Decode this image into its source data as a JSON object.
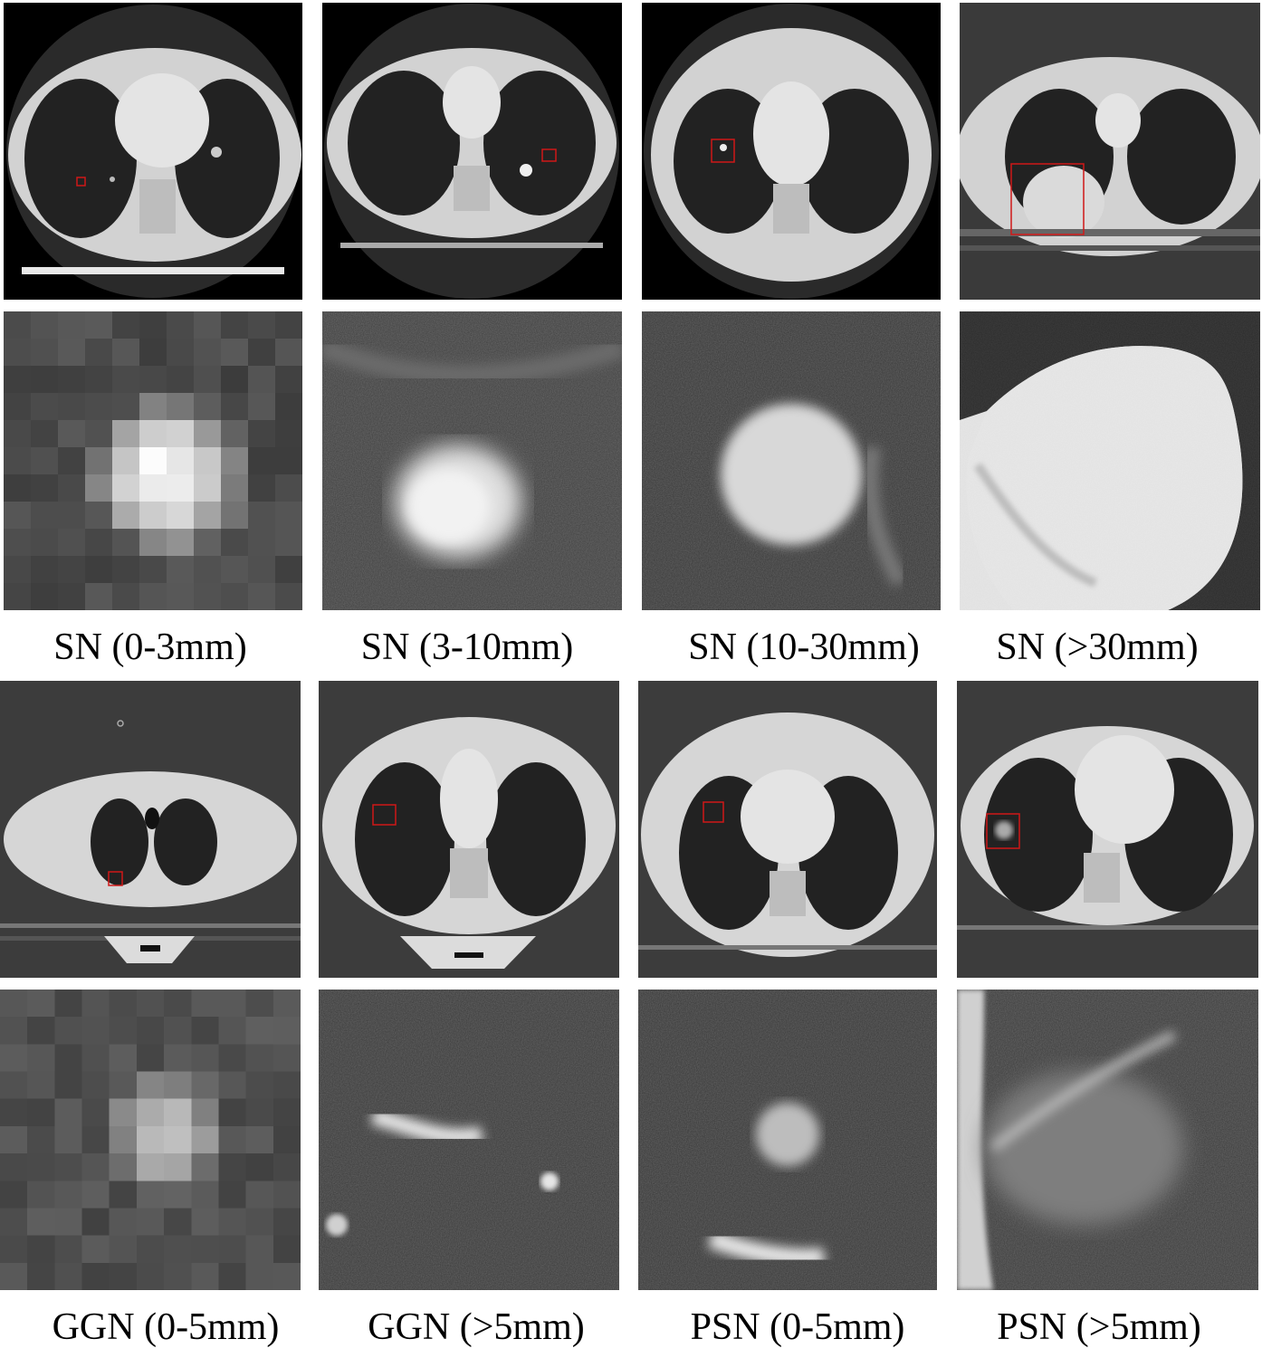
{
  "labels": {
    "sn_0_3": "SN (0-3mm)",
    "sn_3_10": "SN (3-10mm)",
    "sn_10_30": "SN (10-30mm)",
    "sn_gt30": "SN (>30mm)",
    "ggn_0_5": "GGN (0-5mm)",
    "ggn_gt5": "GGN (>5mm)",
    "psn_0_5": "PSN (0-5mm)",
    "psn_gt5": "PSN (>5mm)"
  },
  "colors": {
    "roi_box": "#d01818"
  }
}
